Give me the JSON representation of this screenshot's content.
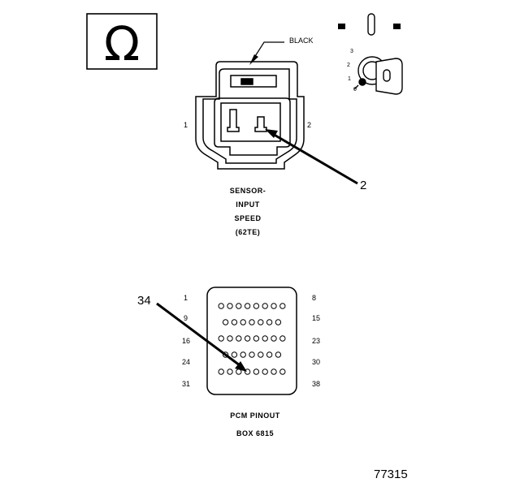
{
  "ohmmeter": {
    "symbol": "Ω"
  },
  "ignition_key": {
    "positions": [
      "3",
      "2",
      "1",
      "0"
    ]
  },
  "sensor_connector": {
    "wire_label": "BLACK",
    "pin_left": "1",
    "pin_right": "2",
    "callout": "2",
    "caption_lines": [
      "SENSOR-",
      "INPUT",
      "SPEED",
      "(62TE)"
    ]
  },
  "pcm_connector": {
    "callout": "34",
    "row_start_labels": [
      "1",
      "9",
      "16",
      "24",
      "31"
    ],
    "row_end_labels": [
      "8",
      "15",
      "23",
      "30",
      "38"
    ],
    "pins_per_row": [
      8,
      7,
      8,
      7,
      8
    ],
    "caption_lines": [
      "PCM PINOUT",
      "BOX 6815"
    ]
  },
  "figure_number": "77315"
}
